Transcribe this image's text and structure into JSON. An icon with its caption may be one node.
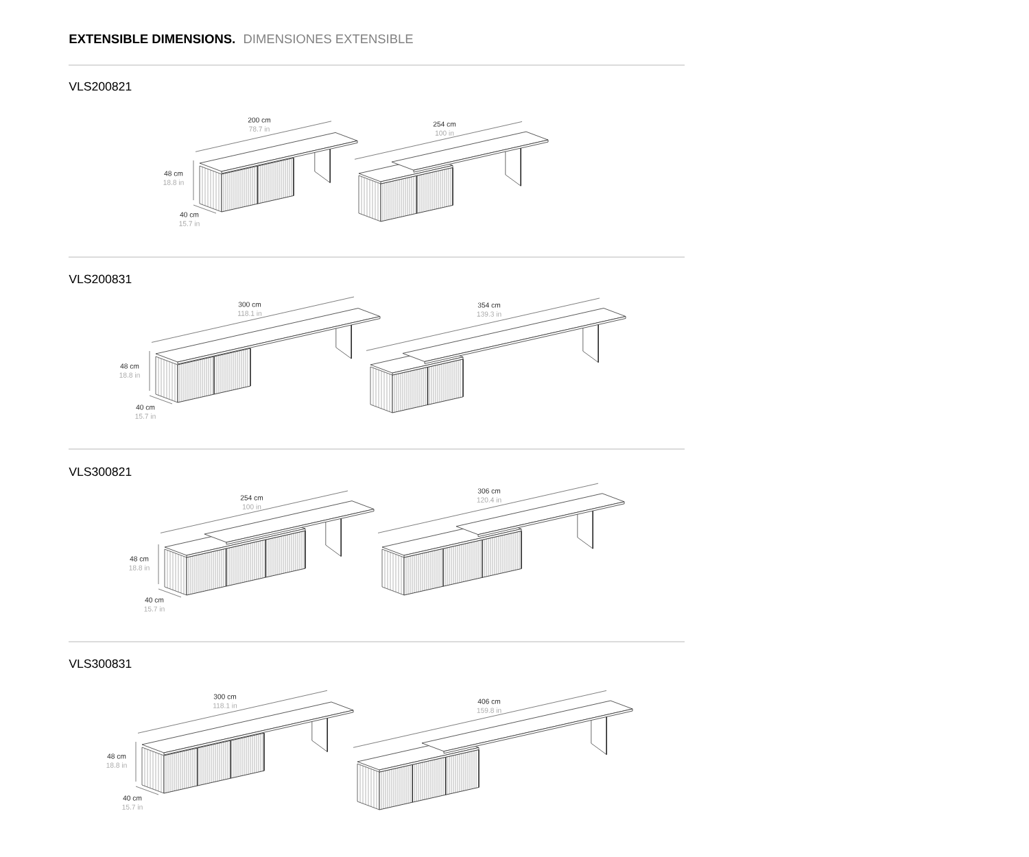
{
  "diagram": {
    "title": "EXTENSIBLE DIMENSIONS.",
    "labels": [
      "DIMENSIONES EXTENSIBLE",
      "VLS200821",
      "200 cm",
      "78.7 in",
      "254 cm",
      "100 in",
      "48 cm",
      "18.8 in",
      "40 cm",
      "15.7 in",
      "VLS200831",
      "300 cm",
      "118.1 in",
      "354 cm",
      "139.3 in",
      "48 cm",
      "18.8 in",
      "40 cm",
      "15.7 in",
      "VLS300821",
      "254 cm",
      "100 in",
      "306 cm",
      "120.4 in",
      "48 cm",
      "18.8 in",
      "40 cm",
      "15.7 in",
      "VLS300831",
      "300 cm",
      "118.1 in",
      "406 cm",
      "159.8 in",
      "48 cm",
      "18.8 in",
      "40 cm",
      "15.7 in"
    ]
  }
}
